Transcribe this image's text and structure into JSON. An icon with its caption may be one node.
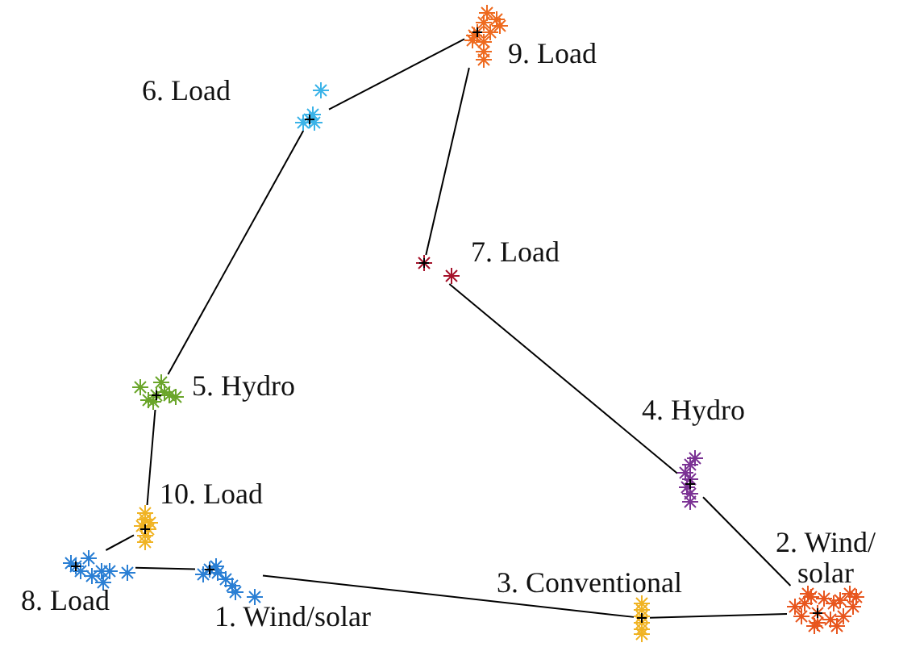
{
  "diagram": {
    "nodes": [
      {
        "text": [],
        "shape": "cluster",
        "beside": [
          "1. Wind/solar"
        ]
      },
      {
        "text": [],
        "shape": "cluster",
        "beside": [
          "2. Wind/ solar"
        ]
      },
      {
        "text": [],
        "shape": "cluster",
        "beside": [
          "3. Conventional"
        ]
      },
      {
        "text": [],
        "shape": "cluster",
        "beside": [
          "4. Hydro"
        ]
      },
      {
        "text": [],
        "shape": "cluster",
        "beside": [
          "5. Hydro"
        ]
      },
      {
        "text": [],
        "shape": "cluster",
        "beside": [
          "6. Load"
        ]
      },
      {
        "text": [],
        "shape": "cluster",
        "beside": [
          "7. Load"
        ]
      },
      {
        "text": [],
        "shape": "cluster",
        "beside": [
          "8. Load"
        ]
      },
      {
        "text": [],
        "shape": "cluster",
        "beside": [
          "9. Load"
        ]
      },
      {
        "text": [],
        "shape": "cluster",
        "beside": [
          "10. Load"
        ]
      }
    ],
    "edges": [
      {
        "from": 7,
        "to": 9,
        "arrow": "none"
      },
      {
        "from": 9,
        "to": 4,
        "arrow": "none"
      },
      {
        "from": 4,
        "to": 5,
        "arrow": "none"
      },
      {
        "from": 5,
        "to": 8,
        "arrow": "none"
      },
      {
        "from": 8,
        "to": 6,
        "arrow": "none"
      },
      {
        "from": 6,
        "to": 3,
        "arrow": "none"
      },
      {
        "from": 3,
        "to": 1,
        "arrow": "none"
      },
      {
        "from": 1,
        "to": 2,
        "arrow": "none"
      },
      {
        "from": 2,
        "to": 0,
        "arrow": "none"
      },
      {
        "from": 0,
        "to": 7,
        "arrow": "none"
      }
    ]
  }
}
